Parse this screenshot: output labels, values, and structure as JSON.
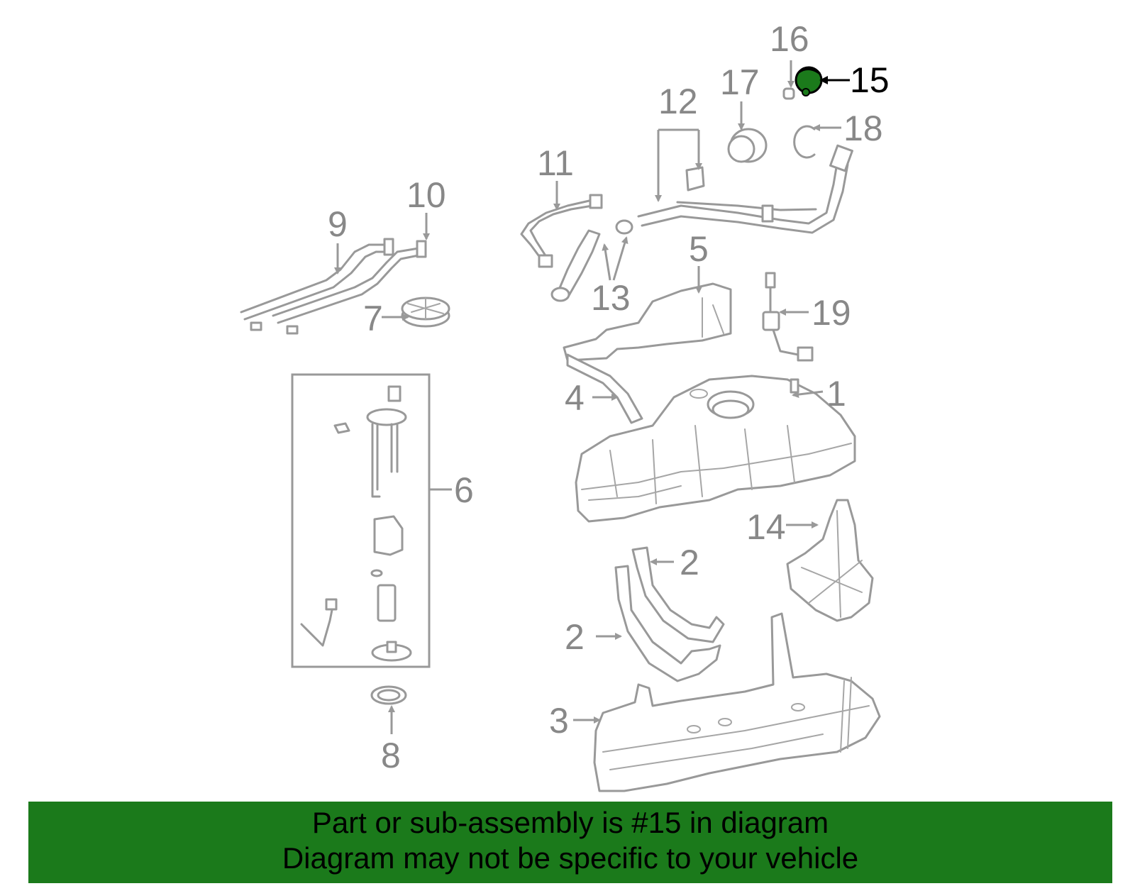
{
  "diagram": {
    "callouts": [
      "1",
      "2",
      "2",
      "3",
      "4",
      "5",
      "6",
      "7",
      "8",
      "9",
      "10",
      "11",
      "12",
      "13",
      "14",
      "15",
      "16",
      "17",
      "18",
      "19"
    ],
    "highlighted_part": "15",
    "highlight_color": "#1b7a1b",
    "line_color": "#999999"
  },
  "banner": {
    "line1": "Part or sub-assembly is #15 in diagram",
    "line2": "Diagram may not be specific to your vehicle",
    "background": "#1b7a1b"
  }
}
